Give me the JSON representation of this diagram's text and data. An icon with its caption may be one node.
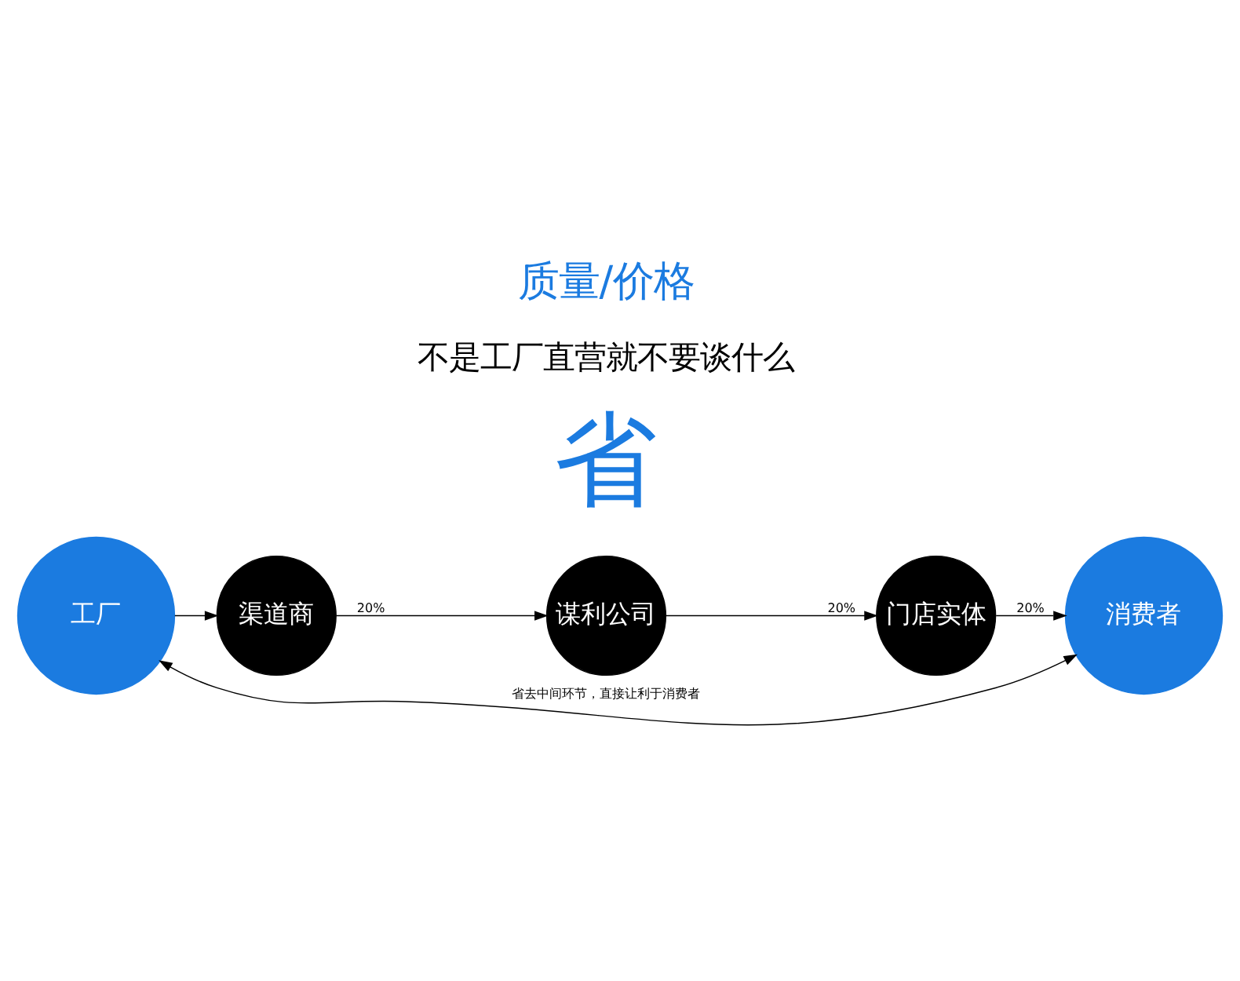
{
  "diagram": {
    "nodes": [
      {
        "text": [
          "工厂"
        ]
      },
      {
        "text": [
          "渠道商"
        ]
      },
      {
        "text": [
          "谋利公司"
        ]
      },
      {
        "text": [
          "门店实体"
        ]
      },
      {
        "text": [
          "消费者"
        ]
      }
    ],
    "edges": [
      {
        "from": 0,
        "to": 1,
        "arrow": "to"
      },
      {
        "from": 1,
        "to": 2,
        "arrow": "to",
        "label": "20%"
      },
      {
        "from": 2,
        "to": 3,
        "arrow": "to",
        "label": "20%"
      },
      {
        "from": 3,
        "to": 4,
        "arrow": "to",
        "label": "20%"
      },
      {
        "from": 0,
        "to": 4,
        "arrow": "both",
        "label": "省去中间环节，直接让利于消费者"
      }
    ],
    "labels": [
      "省",
      "不是工厂直营就不要谈什么",
      "质量/价格"
    ]
  }
}
